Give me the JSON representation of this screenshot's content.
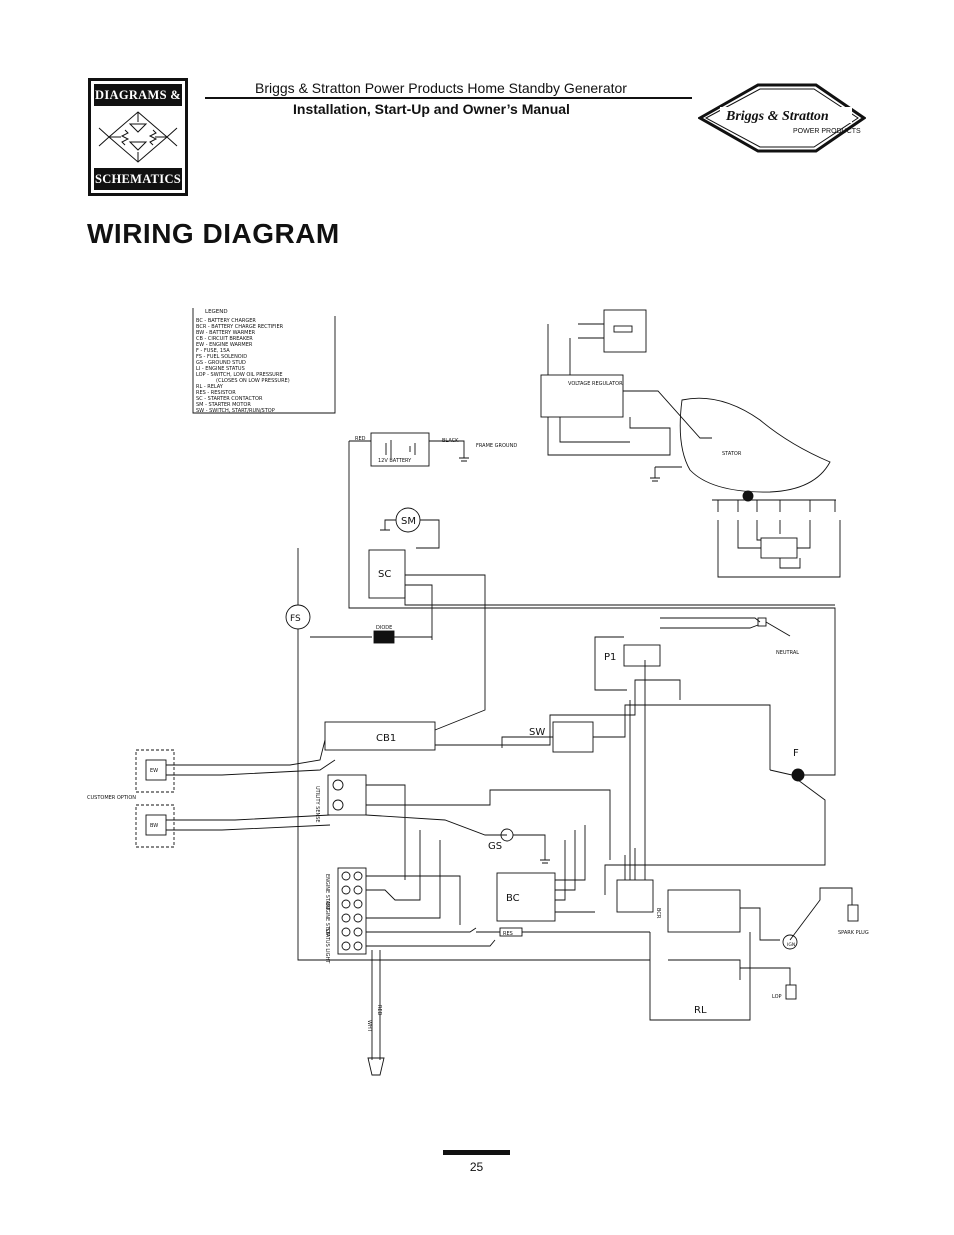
{
  "header": {
    "badge_top": "DIAGRAMS &",
    "badge_bottom": "SCHEMATICS",
    "subtitle": "Briggs & Stratton Power Products Home Standby Generator",
    "manual_title": "Installation, Start-Up and Owner’s Manual",
    "brand_name": "Briggs & Stratton",
    "brand_sub": "POWER PRODUCTS"
  },
  "page": {
    "title": "WIRING DIAGRAM",
    "number": "25"
  },
  "legend": {
    "title": "LEGEND",
    "items": [
      "BC - BATTERY CHARGER",
      "BCR - BATTERY CHARGE RECTIFIER",
      "BW - BATTERY WARMER",
      "CB - CIRCUIT BREAKER",
      "EW - ENGINE WARMER",
      "F - FUSE, 15A",
      "FS - FUEL SOLENOID",
      "GS - GROUND STUD",
      "LI - ENGINE STATUS",
      "LOP - SWITCH, LOW OIL PRESSURE",
      "(CLOSES ON LOW PRESSURE)",
      "RL - RELAY",
      "RES - RESISTOR",
      "SC - STARTER CONTACTOR",
      "SM - STARTER MOTOR",
      "SW - SWITCH, START/RUN/STOP"
    ]
  },
  "components": {
    "voltage_regulator": "VOLTAGE REGULATOR",
    "stator": "STATOR",
    "battery": "12V BATTERY",
    "battery_red": "RED",
    "battery_black": "BLACK",
    "frame_ground": "FRAME GROUND",
    "starter_motor": "SM",
    "starter_contactor": "SC",
    "fuel_solenoid": "FS",
    "diode": "DIODE",
    "neutral": "NEUTRAL",
    "plug_p1": "P1",
    "circuit_breaker": "CB1",
    "switch": "SW",
    "fuse": "F",
    "ground_stud": "GS",
    "battery_charger": "BC",
    "relay": "RL",
    "resistor": "RES",
    "bcr": "BCR",
    "spark_plug": "SPARK PLUG",
    "ignition": "IGN",
    "lop": "LOP",
    "ew": "EW",
    "bw": "BW",
    "customer_option": "CUSTOMER OPTION",
    "utility_sense": "UTILITY SENSE",
    "engine_start": "ENGINE START",
    "engine_stop": "ENGINE STOP",
    "status_light": "STATUS LIGHT",
    "wire_wht": "WHT",
    "wire_red": "RED"
  }
}
